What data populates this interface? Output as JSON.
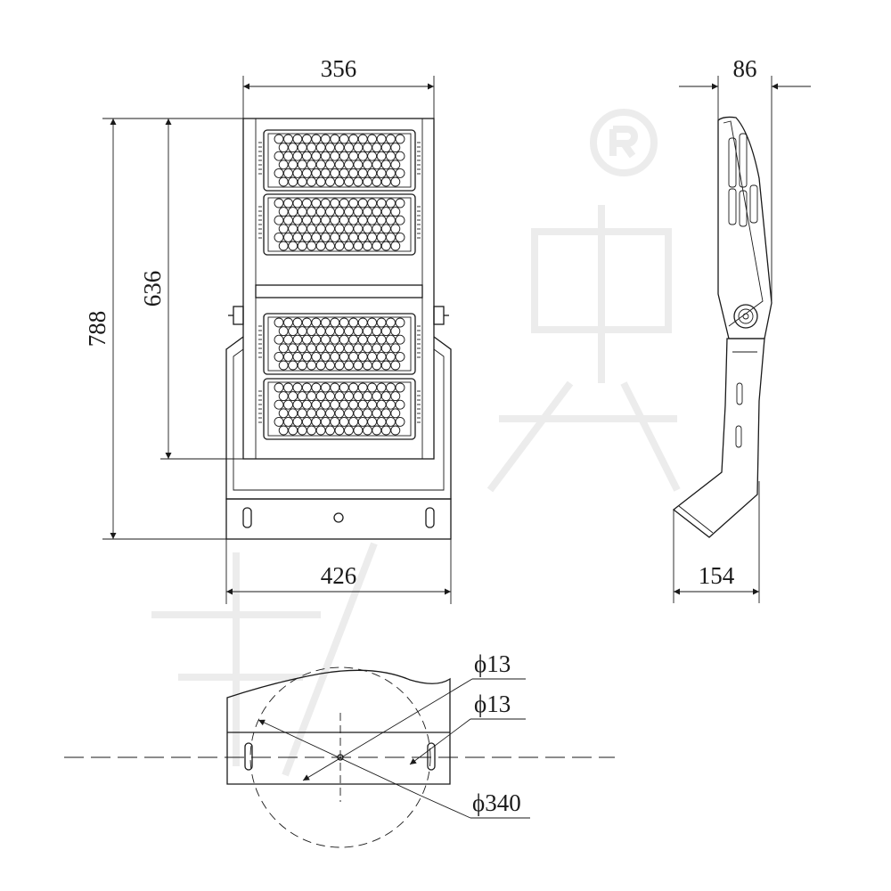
{
  "drawing": {
    "front_view": {
      "width_top": "356",
      "width_bottom": "426",
      "height_total": "788",
      "height_body": "636",
      "module_rows": 4,
      "led_cols": 14,
      "led_rows": 6
    },
    "side_view": {
      "depth_top": "86",
      "depth_bottom": "154"
    },
    "bracket_view": {
      "hole_dia_1": "ϕ13",
      "hole_dia_2": "ϕ13",
      "circle_dia": "ϕ340"
    },
    "colors": {
      "line": "#1a1a1a",
      "watermark": "#ececec",
      "background": "#ffffff"
    }
  }
}
